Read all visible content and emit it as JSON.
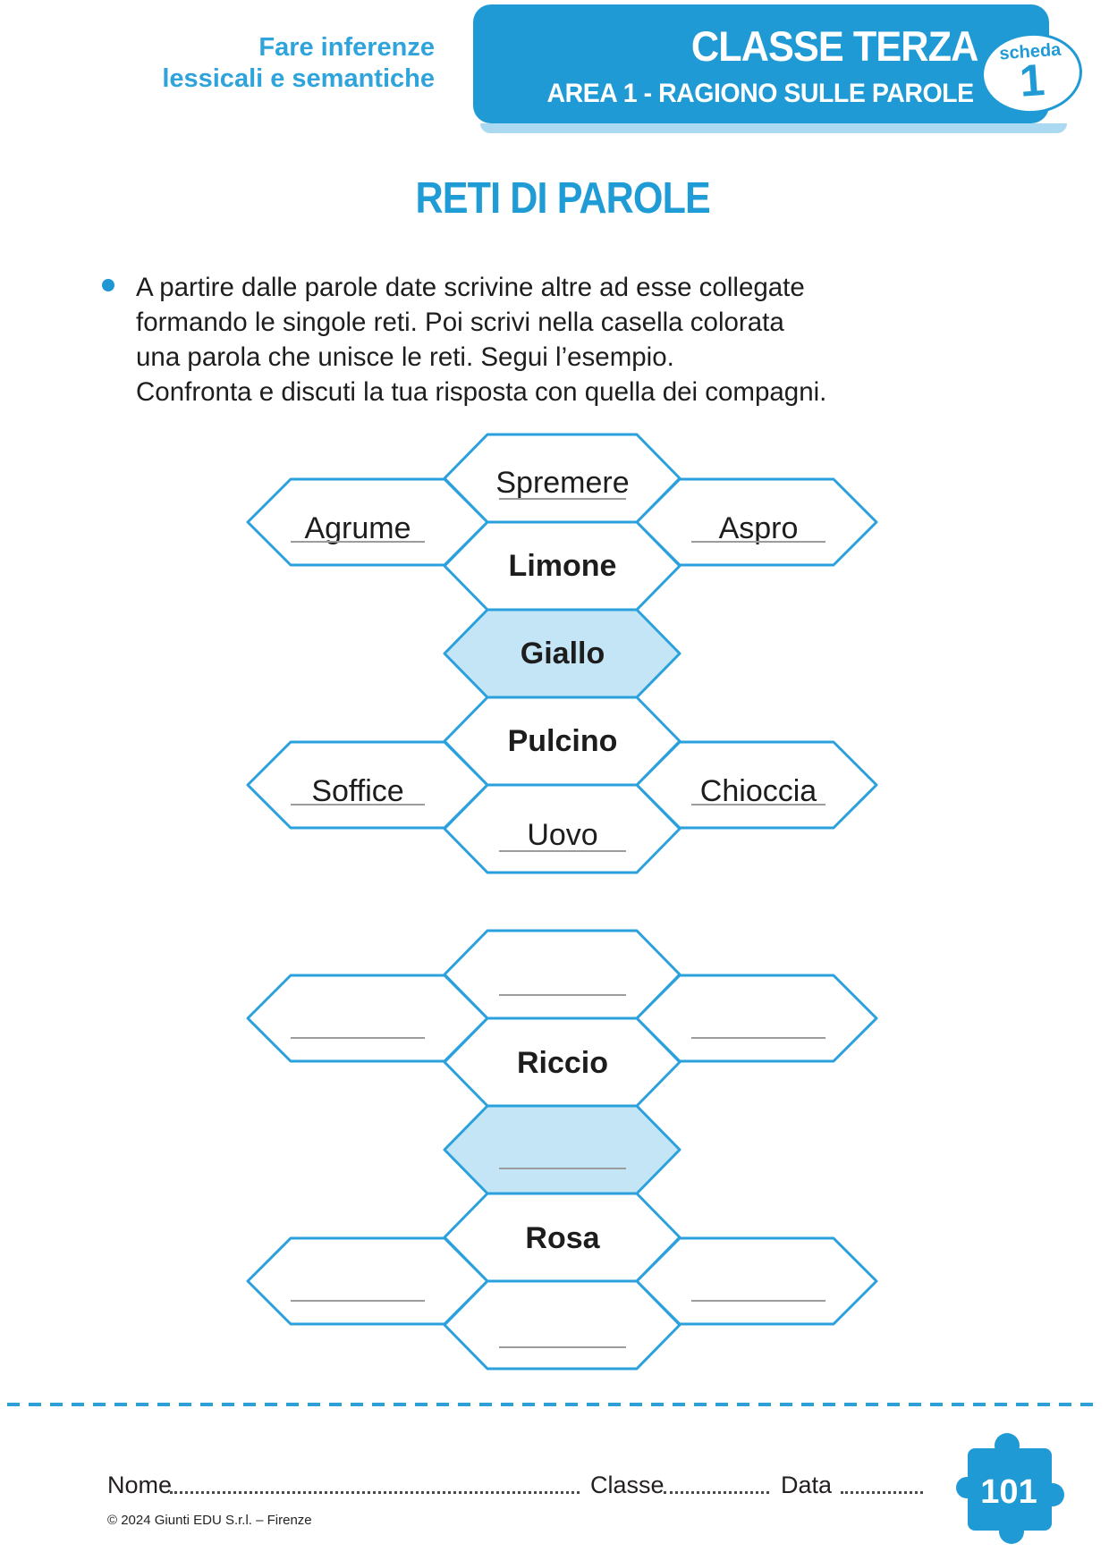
{
  "colors": {
    "brand_blue": "#1f9ad5",
    "hex_stroke_blue": "#2aa1dc",
    "hex_fill_light_blue": "#c4e5f6",
    "header_shadow_blue": "#abd9f1",
    "tagline_blue": "#2fa3dc",
    "title_blue": "#1f9cd6",
    "dashed_line_blue": "#2e9fd4",
    "answer_line_gray": "#9c9c9c",
    "body_text": "#1d1d1d"
  },
  "header": {
    "tagline_line1": "Fare inferenze",
    "tagline_line2": "lessicali e semantiche",
    "class_title": "CLASSE TERZA",
    "area_title": "AREA 1 - RAGIONO SULLE PAROLE",
    "badge_label": "scheda",
    "badge_number": "1"
  },
  "worksheet": {
    "title": "RETI DI PAROLE",
    "instructions": {
      "lines": [
        "A partire dalle parole date scrivine altre ad esse collegate",
        "formando le singole reti. Poi scrivi nella casella colorata",
        "una parola che unisce le reti. Segui l’esempio.",
        "Confronta e discuti la tua risposta con quella dei compagni."
      ]
    }
  },
  "diagram1": {
    "top_answer": "Spremere",
    "left_answer_row1": "Agrume",
    "right_answer_row1": "Aspro",
    "given_word_1": "Limone",
    "connector_word": "Giallo",
    "given_word_2": "Pulcino",
    "left_answer_row2": "Soffice",
    "right_answer_row2": "Chioccia",
    "bottom_answer": "Uovo"
  },
  "diagram2": {
    "given_word_1": "Riccio",
    "given_word_2": "Rosa"
  },
  "footer": {
    "name_label": "Nome",
    "class_label": "Classe",
    "date_label": "Data",
    "page_number": "101",
    "copyright": "© 2024 Giunti EDU S.r.l. – Firenze"
  }
}
